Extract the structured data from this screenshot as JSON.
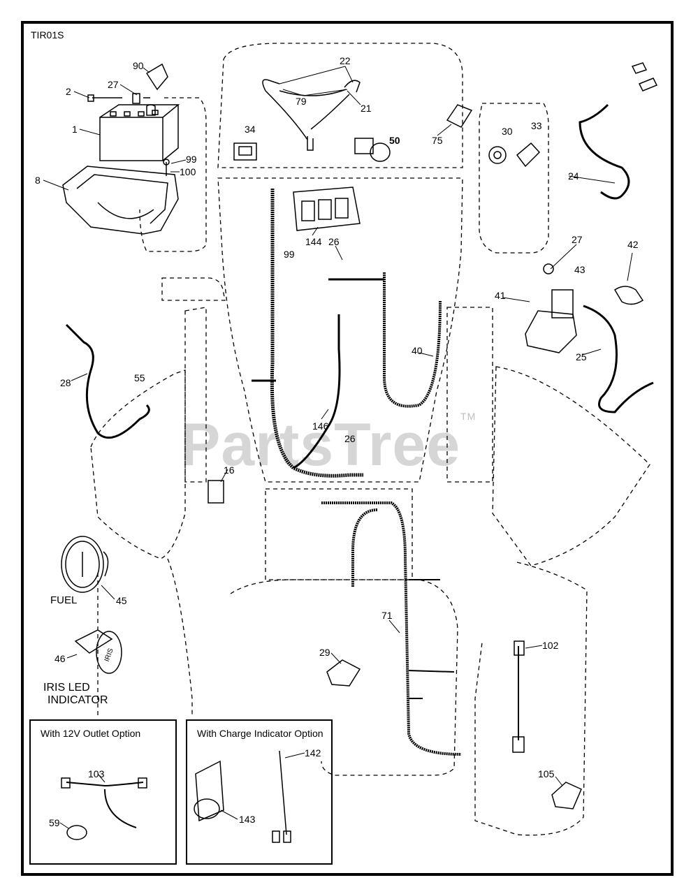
{
  "diagram": {
    "code": "TIR01S",
    "watermark": "PartsTree",
    "watermark_mark": "TM",
    "captions": {
      "fuel": "FUEL",
      "iris_line1": "IRIS LED",
      "iris_line2": "INDICATOR",
      "iris_dial": "IRIS"
    },
    "option_boxes": [
      {
        "title": "With 12V Outlet Option"
      },
      {
        "title": "With Charge Indicator Option"
      }
    ],
    "callouts": [
      "90",
      "2",
      "27",
      "1",
      "99",
      "100",
      "8",
      "22",
      "79",
      "21",
      "34",
      "50",
      "75",
      "30",
      "33",
      "24",
      "144",
      "26",
      "99",
      "27",
      "42",
      "43",
      "41",
      "25",
      "28",
      "55",
      "40",
      "146",
      "26",
      "16",
      "45",
      "46",
      "71",
      "29",
      "102",
      "103",
      "59",
      "142",
      "143",
      "105"
    ]
  }
}
